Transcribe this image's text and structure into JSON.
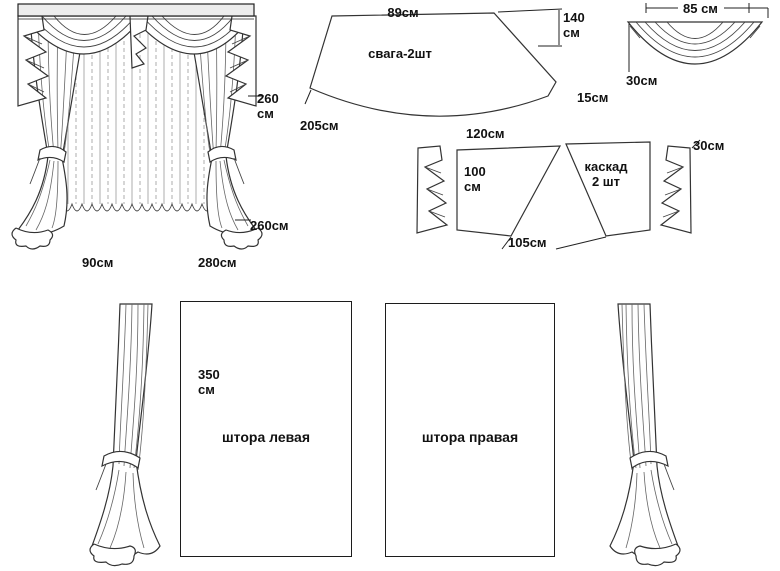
{
  "window_preview": {
    "height_value": "260",
    "height_unit": "см",
    "bottom_width": "260см",
    "panel_width": "90см",
    "fabric_width": "280см"
  },
  "swag_pattern": {
    "top_width": "89см",
    "piece_name": "свага-2шт",
    "bottom_width": "205см",
    "side_edge": "15см",
    "drop_value": "140",
    "drop_unit": "см"
  },
  "small_swag": {
    "width": "85 см",
    "depth": "30см"
  },
  "cascade_pattern": {
    "top_width": "120см",
    "short_side_value": "100",
    "short_side_unit": "см",
    "piece_name_line1": "каскад",
    "piece_name_line2": "2 шт",
    "bottom_width": "105см",
    "tail_width": "30см"
  },
  "curtain_panels": {
    "height_value": "350",
    "height_unit": "см",
    "left_name": "штора левая",
    "right_name": "штора правая"
  }
}
